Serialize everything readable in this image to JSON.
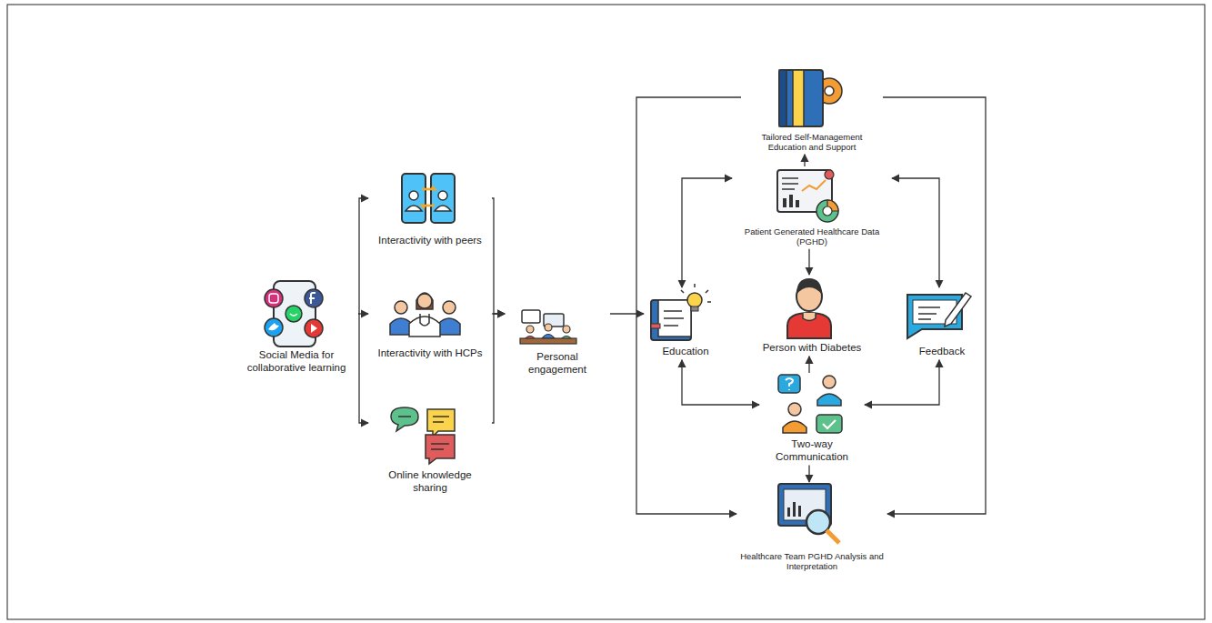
{
  "diagram": {
    "nodes": [
      {
        "text": [
          "Social Media for collaborative learning"
        ]
      },
      {
        "text": [
          "Interactivity with peers"
        ]
      },
      {
        "text": [
          "Interactivity with HCPs"
        ]
      },
      {
        "text": [
          "Online knowledge sharing"
        ]
      },
      {
        "text": [
          "Personal engagement"
        ]
      },
      {
        "text": [
          "Tailored Self-Management Education and Support"
        ]
      },
      {
        "text": [
          "Patient Generated Healthcare Data (PGHD)"
        ]
      },
      {
        "text": [
          "Education"
        ]
      },
      {
        "text": [
          "Person with Diabetes"
        ]
      },
      {
        "text": [
          "Feedback"
        ]
      },
      {
        "text": [
          "Two-way Communication"
        ]
      },
      {
        "text": [
          "Healthcare Team PGHD Analysis and Interpretation"
        ]
      }
    ],
    "edges": [
      {
        "from": 0,
        "to": 1,
        "arrow": "to"
      },
      {
        "from": 0,
        "to": 2,
        "arrow": "to"
      },
      {
        "from": 0,
        "to": 3,
        "arrow": "to"
      },
      {
        "from": 1,
        "to": 4,
        "arrow": "to"
      },
      {
        "from": 2,
        "to": 4,
        "arrow": "to"
      },
      {
        "from": 3,
        "to": 4,
        "arrow": "to"
      },
      {
        "from": 4,
        "to": 7,
        "arrow": "to"
      },
      {
        "from": 5,
        "to": 11,
        "arrow": "to"
      },
      {
        "from": 5,
        "to": 11,
        "arrow": "to"
      },
      {
        "from": 6,
        "to": 5,
        "arrow": "to"
      },
      {
        "from": 6,
        "to": 8,
        "arrow": "to"
      },
      {
        "from": 6,
        "to": 7,
        "arrow": "both"
      },
      {
        "from": 6,
        "to": 9,
        "arrow": "both"
      },
      {
        "from": 10,
        "to": 7,
        "arrow": "both"
      },
      {
        "from": 10,
        "to": 9,
        "arrow": "both"
      },
      {
        "from": 10,
        "to": 8,
        "arrow": "to"
      },
      {
        "from": 10,
        "to": 11,
        "arrow": "to"
      }
    ]
  }
}
